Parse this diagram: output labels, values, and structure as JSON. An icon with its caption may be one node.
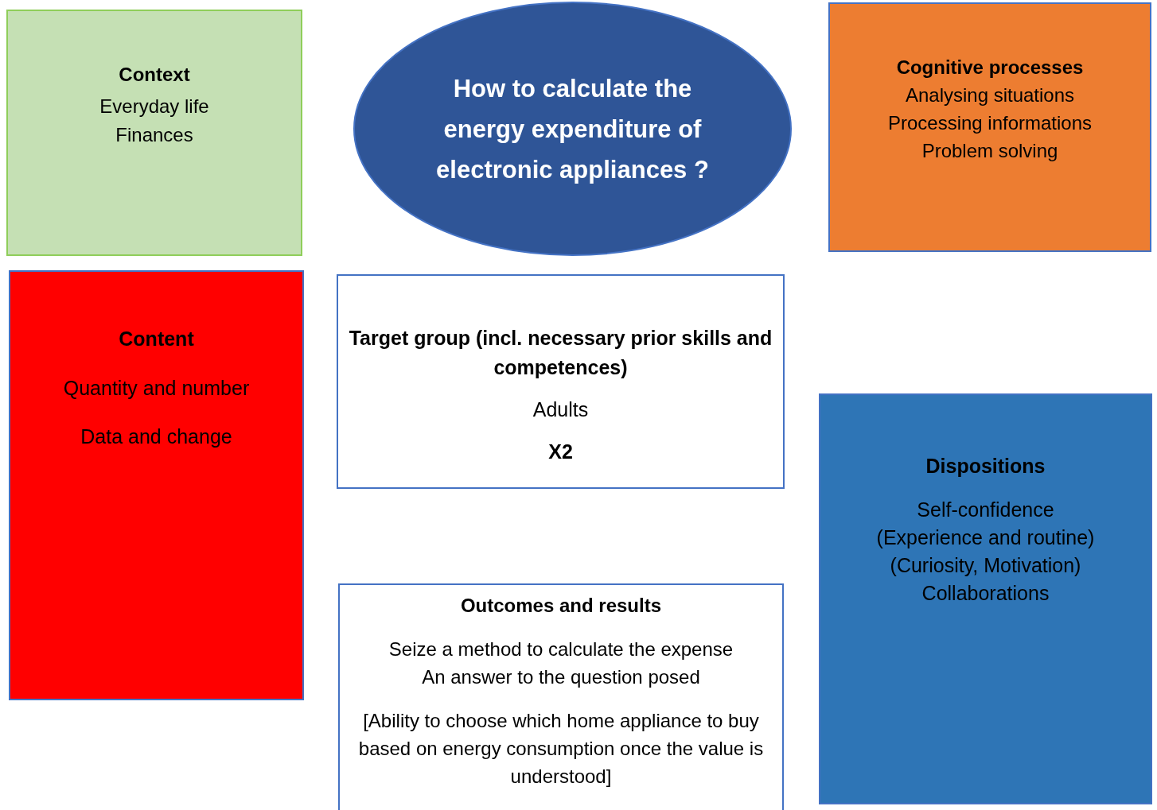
{
  "diagram": {
    "nodes": [
      {
        "text": [
          "Context",
          "Everyday life",
          "Finances"
        ]
      },
      {
        "text": [
          "How to calculate the energy expenditure of electronic appliances ?"
        ]
      },
      {
        "text": [
          "Cognitive processes",
          "Analysing situations",
          "Processing informations",
          "Problem solving"
        ]
      },
      {
        "text": [
          "Content",
          "Quantity and number",
          "Data and change"
        ]
      },
      {
        "text": [
          "Target group (incl. necessary prior skills and competences)",
          "Adults",
          "X2"
        ]
      },
      {
        "text": [
          "Dispositions",
          "Self-confidence",
          "(Experience and routine)",
          "(Curiosity, Motivation)",
          "Collaborations"
        ]
      },
      {
        "text": [
          "Outcomes and results",
          "Seize a method to calculate the expense",
          "An answer to the question posed",
          "[Ability to choose which home appliance to buy based on energy consumption once the value is understood]"
        ]
      }
    ]
  }
}
